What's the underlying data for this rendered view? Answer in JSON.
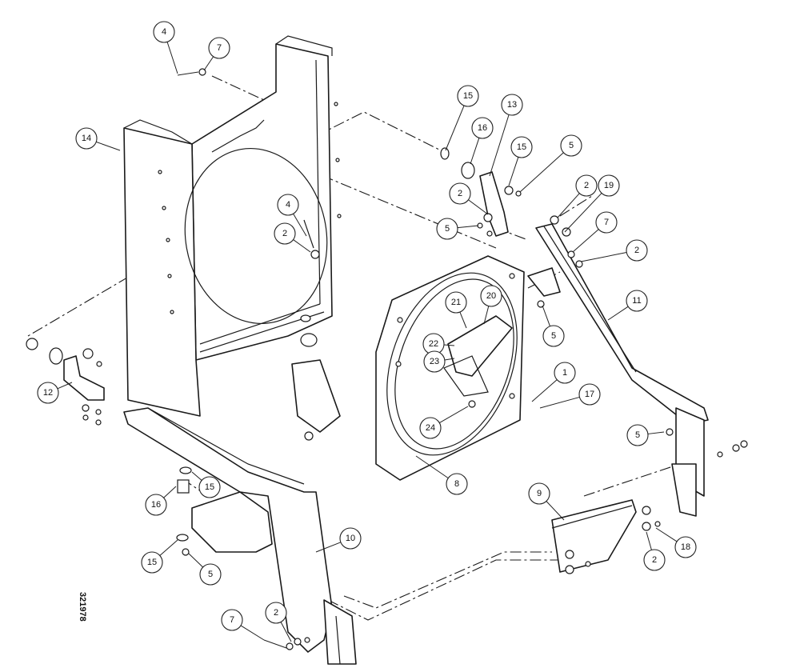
{
  "drawing_number": "321978",
  "callouts": [
    "4",
    "7",
    "14",
    "15",
    "16",
    "13",
    "15",
    "5",
    "2",
    "5",
    "2",
    "19",
    "4",
    "2",
    "7",
    "2",
    "11",
    "21",
    "20",
    "5",
    "22",
    "23",
    "1",
    "17",
    "12",
    "24",
    "5",
    "8",
    "9",
    "16",
    "15",
    "18",
    "10",
    "15",
    "5",
    "2",
    "7",
    "2"
  ],
  "colors": {
    "line": "#1a1a1a",
    "paper": "#ffffff"
  }
}
